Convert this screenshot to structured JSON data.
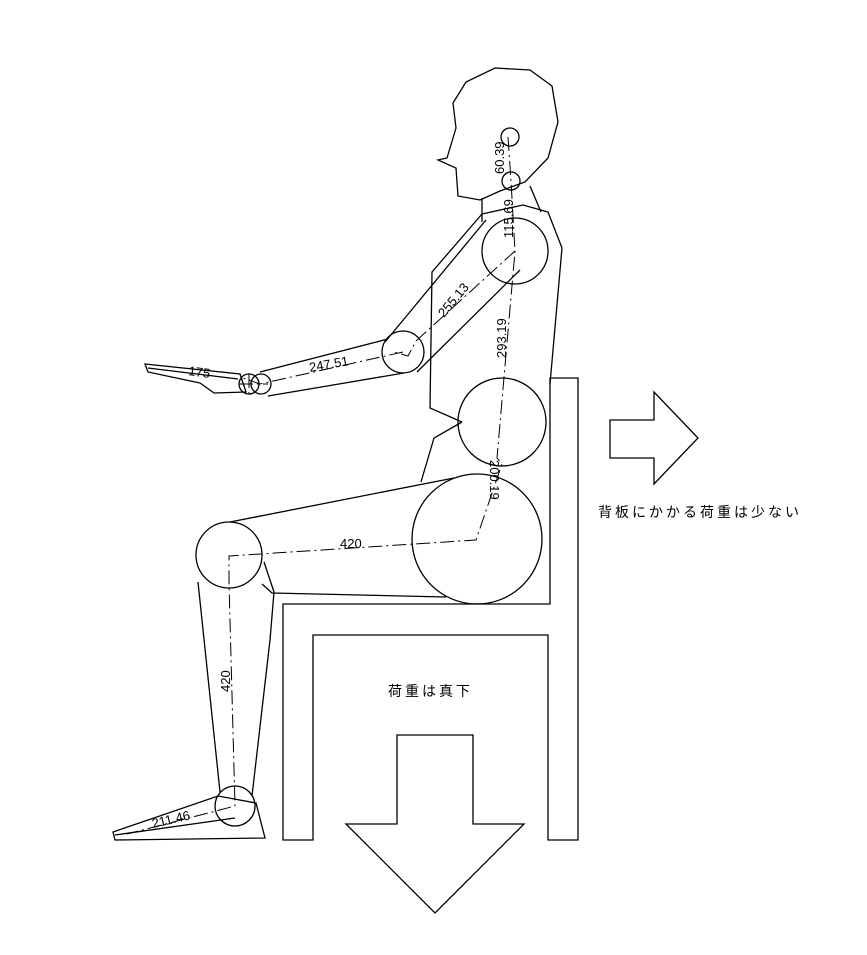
{
  "dimensions": {
    "head": "60.39",
    "neck": "115.69",
    "upper_arm": "255.13",
    "forearm": "247.51",
    "hand": "175",
    "torso": "293.19",
    "pelvis": "200.19",
    "thigh": "420",
    "shin": "420",
    "foot": "211.46"
  },
  "labels": {
    "backrest": "背板にかかる荷重は少ない",
    "seat": "荷重は真下"
  }
}
